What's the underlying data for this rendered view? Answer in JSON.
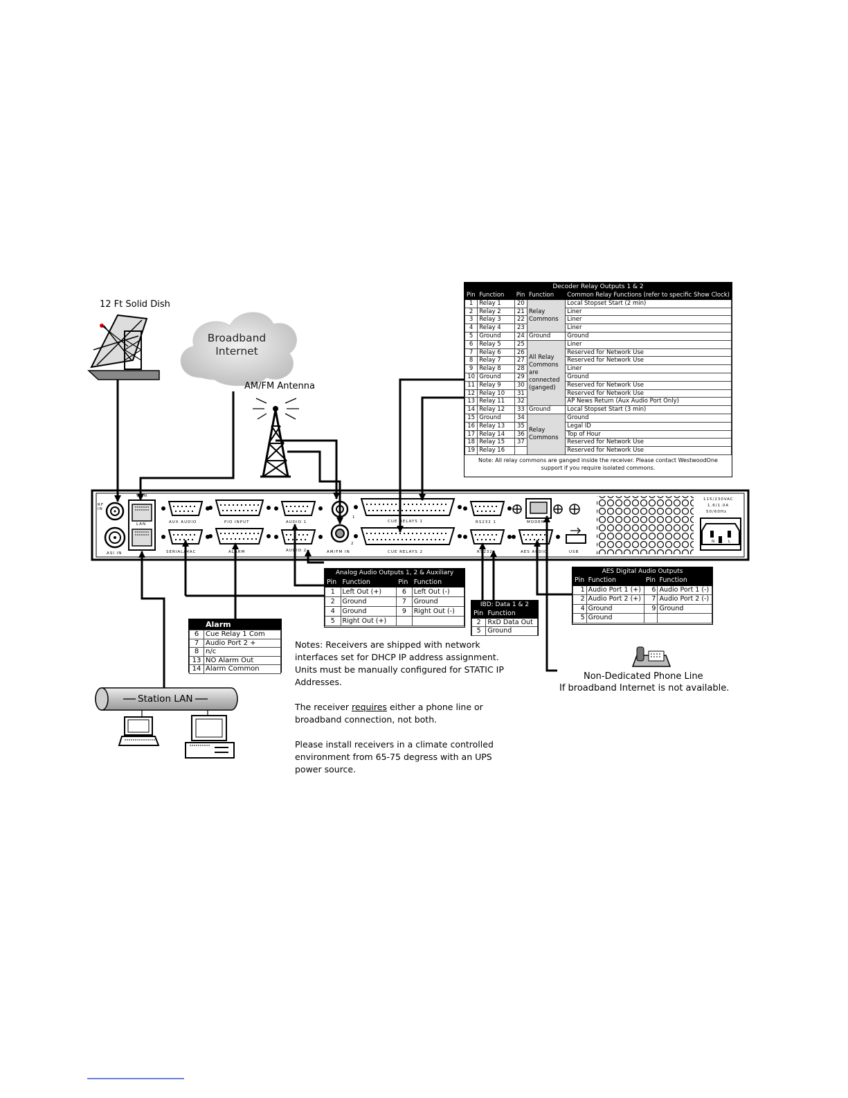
{
  "labels": {
    "dish": "12 Ft Solid Dish",
    "cloud_line1": "Broadband",
    "cloud_line2": "Internet",
    "antenna": "AM/FM  Antenna",
    "phone_line1": "Non-Dedicated Phone Line",
    "phone_line2": "If broadband Internet is not available.",
    "station_lan": "Station LAN"
  },
  "panel": {
    "ports": {
      "rf_in": "RF IN",
      "asi_in": "ASI IN",
      "wan": "WAN",
      "lan": "LAN",
      "aux_audio": "AUX AUDIO",
      "serial_mac": "SERIAL/MAC",
      "pio_input": "PIO INPUT",
      "alarm": "ALARM",
      "audio_1": "AUDIO 1",
      "audio_2": "AUDIO 2",
      "amfm_in": "AM/FM IN",
      "amfm_1": "1",
      "amfm_2": "2",
      "cue_relays_1": "CUE RELAYS 1",
      "cue_relays_2": "CUE RELAYS 2",
      "rs232_1": "RS232 1",
      "rs232_2": "RS232",
      "modem": "MODEM",
      "aes_audio": "AES AUDIO",
      "usb": "USB",
      "power_line1": "115/230VAC",
      "power_line2": "1.6/1.0A",
      "power_line3": "50/60Hz",
      "power_n": "N",
      "power_l": "L"
    }
  },
  "relay_table": {
    "title": "Decoder Relay Outputs 1 & 2",
    "headers": [
      "Pin",
      "Function",
      "Pin",
      "Function",
      "Common Relay Functions (refer to specific Show Clock)"
    ],
    "rows": [
      [
        "1",
        "Relay 1",
        "20",
        "Local Stopset Start (2 min)"
      ],
      [
        "2",
        "Relay 2",
        "21",
        "Liner"
      ],
      [
        "3",
        "Relay 3",
        "22",
        "Liner"
      ],
      [
        "4",
        "Relay 4",
        "23",
        "Liner"
      ],
      [
        "5",
        "Ground",
        "24",
        "Ground"
      ],
      [
        "6",
        "Relay 5",
        "25",
        "Liner"
      ],
      [
        "7",
        "Relay 6",
        "26",
        "Reserved for Network Use"
      ],
      [
        "8",
        "Relay 7",
        "27",
        "Reserved for Network Use"
      ],
      [
        "9",
        "Relay 8",
        "28",
        "Liner"
      ],
      [
        "10",
        "Ground",
        "29",
        "Ground"
      ],
      [
        "11",
        "Relay 9",
        "30",
        "Reserved for Network Use"
      ],
      [
        "12",
        "Relay 10",
        "31",
        "Reserved for Network Use"
      ],
      [
        "13",
        "Relay 11",
        "32",
        "AP News Return (Aux Audio Port Only)"
      ],
      [
        "14",
        "Relay 12",
        "33",
        "Local Stopset Start (3 min)"
      ],
      [
        "15",
        "Ground",
        "34",
        "Ground"
      ],
      [
        "16",
        "Relay 13",
        "35",
        "Legal ID"
      ],
      [
        "17",
        "Relay 14",
        "36",
        "Top of Hour"
      ],
      [
        "18",
        "Relay 15",
        "37",
        "Reserved for Network Use"
      ],
      [
        "19",
        "Relay 16",
        "",
        "Reserved for Network Use"
      ]
    ],
    "relay_commons_a": "Relay Commons",
    "ground_24": "Ground",
    "all_relay_commons": "All Relay Commons are connected (ganged)",
    "ground_33": "Ground",
    "relay_commons_b": "Relay Commons",
    "note": "Note: All relay commons are ganged inside the receiver.  Please contact WestwoodOne support if you require isolated commons."
  },
  "analog_table": {
    "title": "Analog Audio Outputs 1, 2 & Auxiliary",
    "headers": [
      "Pin",
      "Function",
      "Pin",
      "Function"
    ],
    "rows": [
      [
        "1",
        "Left Out (+)",
        "6",
        "Left Out (-)"
      ],
      [
        "2",
        "Ground",
        "7",
        "Ground"
      ],
      [
        "4",
        "Ground",
        "9",
        "Right Out (-)"
      ],
      [
        "5",
        "Right Out (+)",
        "",
        ""
      ]
    ]
  },
  "ibd_table": {
    "title": "IBD: Data 1 & 2",
    "headers": [
      "Pin",
      "Function"
    ],
    "rows": [
      [
        "2",
        "RxD Data Out"
      ],
      [
        "5",
        "Ground"
      ]
    ]
  },
  "aes_table": {
    "title": "AES Digital Audio Outputs",
    "headers": [
      "Pin",
      "Function",
      "Pin",
      "Function"
    ],
    "rows": [
      [
        "1",
        "Audio Port 1 (+)",
        "6",
        "Audio Port 1 (-)"
      ],
      [
        "2",
        "Audio Port 2 (+)",
        "7",
        "Audio Port 2 (-)"
      ],
      [
        "4",
        "Ground",
        "9",
        "Ground"
      ],
      [
        "5",
        "Ground",
        "",
        ""
      ]
    ]
  },
  "alarm_table": {
    "title": "Alarm",
    "rows": [
      [
        "6",
        "Cue Relay 1 Com"
      ],
      [
        "7",
        "Audio Port 2 +"
      ],
      [
        "8",
        "n/c"
      ],
      [
        "13",
        "NO Alarm Out"
      ],
      [
        "14",
        "Alarm Common"
      ]
    ]
  },
  "notes": {
    "p1": "Notes:  Receivers are shipped with network interfaces set for DHCP IP address assignment. Units must be manually configured for STATIC IP Addresses.",
    "p2_before": "The receiver ",
    "p2_underlined": "requires",
    "p2_after": " either a phone line or broadband connection, not both.",
    "p3": "Please install receivers in a climate controlled environment from 65-75 degress with an UPS power source."
  }
}
